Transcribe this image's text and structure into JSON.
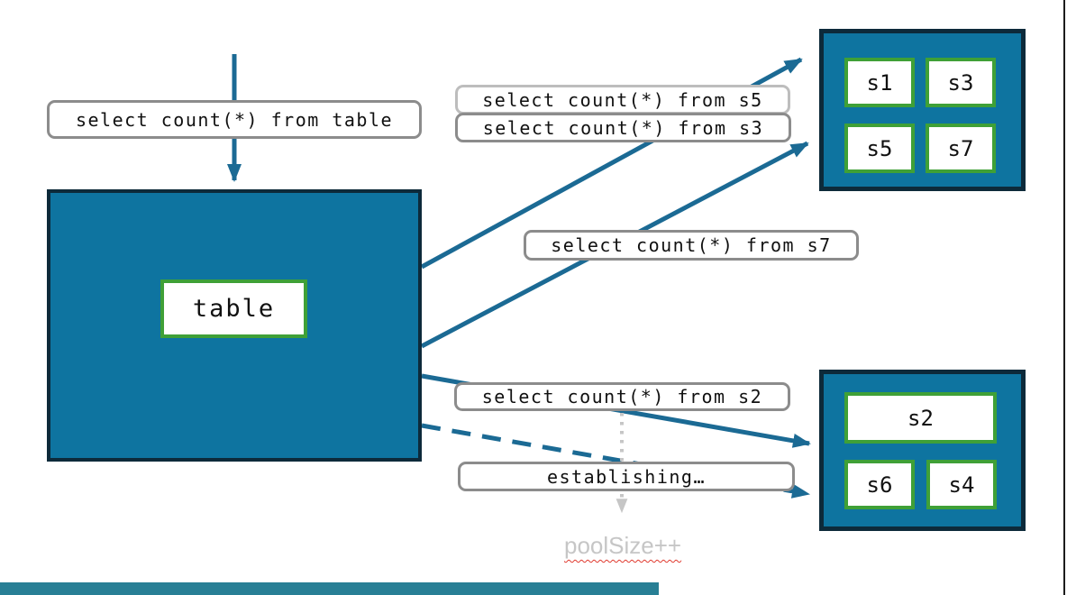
{
  "diagram": {
    "source_node": {
      "label": "table"
    },
    "query_labels": {
      "table": "select count(*) from table",
      "s5": "select count(*) from s5",
      "s3": "select count(*) from s3",
      "s7": "select count(*) from s7",
      "s2": "select count(*) from s2"
    },
    "status_label": "establishing…",
    "annotation": "poolSize++",
    "shard_group_top": {
      "shards": [
        "s1",
        "s3",
        "s5",
        "s7"
      ]
    },
    "shard_group_bottom": {
      "shards": [
        "s2",
        "s6",
        "s4"
      ]
    }
  },
  "colors": {
    "node_fill": "#0E74A0",
    "node_border": "#0D2A3A",
    "shard_border": "#3FA037",
    "arrow": "#1B6A94",
    "label_border": "#8C8C8C",
    "label_border_light": "#BDBDBD",
    "muted_gray": "#C6C6C6",
    "squiggle_red": "#E0392E",
    "bottom_bar": "#287F95",
    "slide_edge": "#1C1C1C"
  }
}
